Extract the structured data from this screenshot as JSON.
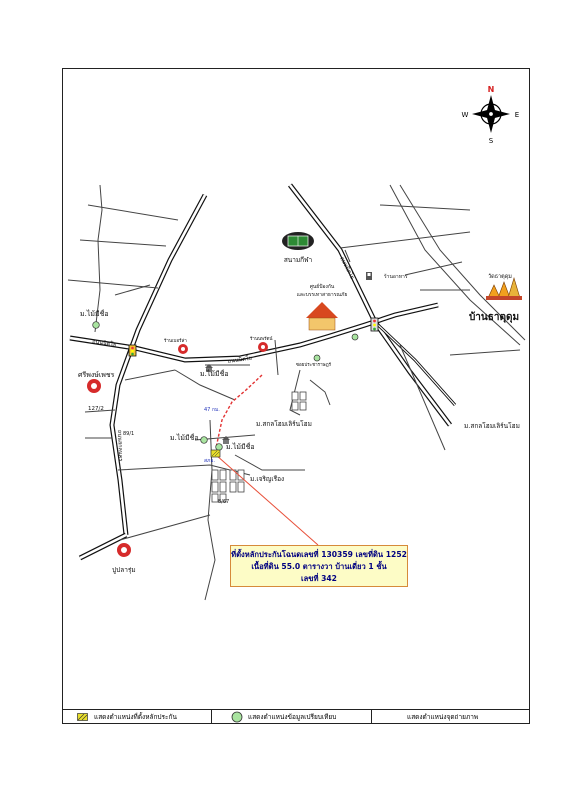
{
  "labels": {
    "stadium": "สนามกีฬา",
    "temple": "วัดธาตุดุม",
    "ban_that_dum": "บ้านธาตุดุม",
    "community_center": "ศูนย์ป้องกัน",
    "community_center2": "และบรรเทาสาธารณภัย",
    "mu_maimisue_nw": "ม.ไม้มีชื่อ",
    "sripongpetch": "ศรีพงษ์เพชร",
    "mu_maimisue_mid": "ม.ไม้มีชื่อ",
    "mu_maimisue_s1": "ม.ไม้มีชื่อ",
    "mu_maimisue_s2": "ม.ไม้มีชื่อ",
    "mu_sakon_1": "ม.สกลโฮมเลิร์นโฮม",
    "mu_sakon_2": "ม.สกลโฮมเลิร์นโฮม",
    "mu_charoen": "ม.เจริญเรือง",
    "puptaroom": "ปูปลารุ่ม",
    "road_a": "ถนนนิตโย",
    "road_b": "ถนนนิตโย",
    "road_c": "ถนนสกลนคร",
    "road_d": "ถนนนิตโย",
    "km": "47 กม.",
    "plot": "8/67",
    "house_no": "127/2",
    "house_no2": "89/1",
    "shop1": "ร้านเบอร์ล่า",
    "shop2": "ร้านนพรัตน์",
    "shop3": "ร้านอาหาร",
    "police": "สภอ.",
    "soi": "ซอยประชาราษฎร์"
  },
  "compass": {
    "n": "N",
    "s": "S",
    "e": "E",
    "w": "W"
  },
  "info_box": {
    "line1": "ที่ตั้งหลักประกันโฉนดเลขที่ 130359 เลขที่ดิน 1252",
    "line2": "เนื้อที่ดิน 55.0 ตารางวา บ้านเดี่ยว 1 ชั้น",
    "line3": "เลขที่ 342"
  },
  "legend": {
    "item1": "แสดงตำแหน่งที่ตั้งหลักประกัน",
    "item2": "แสดงตำแหน่งข้อมูลเปรียบเทียบ",
    "item3": "แสดงตำแหน่งจุดถ่ายภาพ"
  },
  "colors": {
    "road": "#111111",
    "red_route": "#e23232",
    "leader": "#e8503a",
    "box_border": "#d68a3a"
  }
}
